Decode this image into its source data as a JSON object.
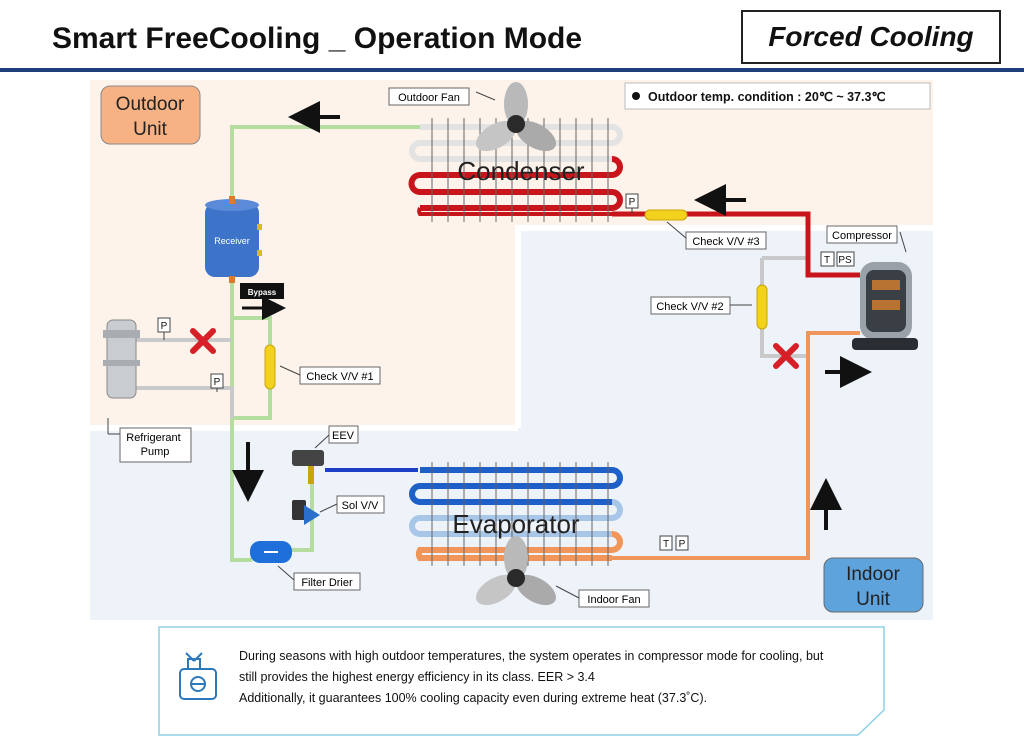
{
  "title": "Smart FreeCooling _ Operation Mode",
  "mode": "Forced Cooling",
  "condition": "Outdoor temp. condition : 20℃ ~ 37.3℃",
  "zones": {
    "outdoor": "Outdoor Unit",
    "indoor": "Indoor Unit"
  },
  "components": {
    "outdoor_fan": "Outdoor Fan",
    "condenser": "Condenser",
    "receiver": "Receiver",
    "bypass": "Bypass",
    "check_vv_1": "Check V/V #1",
    "check_vv_2": "Check V/V #2",
    "check_vv_3": "Check V/V #3",
    "compressor": "Compressor",
    "refrigerant_pump": "Refrigerant Pump",
    "eev": "EEV",
    "sol_vv": "Sol V/V",
    "filter_drier": "Filter Drier",
    "evaporator": "Evaporator",
    "indoor_fan": "Indoor Fan"
  },
  "sensors": {
    "p": "P",
    "t": "T",
    "ps": "PS"
  },
  "colors": {
    "liquid_line": "#b6dda0",
    "hot_gas_line": "#c8151b",
    "suction_line": "#f0965a",
    "cold_line": "#1e3fc8",
    "idle_line": "#c9c9c9",
    "outdoor_bg": "#fdf3ea",
    "indoor_bg": "#eef3fa",
    "title_rule": "#1f3f7a"
  },
  "note": {
    "lines": [
      "During seasons with high outdoor temperatures, the system operates in compressor mode for cooling, but",
      "still provides the highest energy efficiency in its class. EER > 3.4",
      "Additionally, it guarantees 100% cooling capacity even during extreme heat (37.3˚C)."
    ]
  }
}
